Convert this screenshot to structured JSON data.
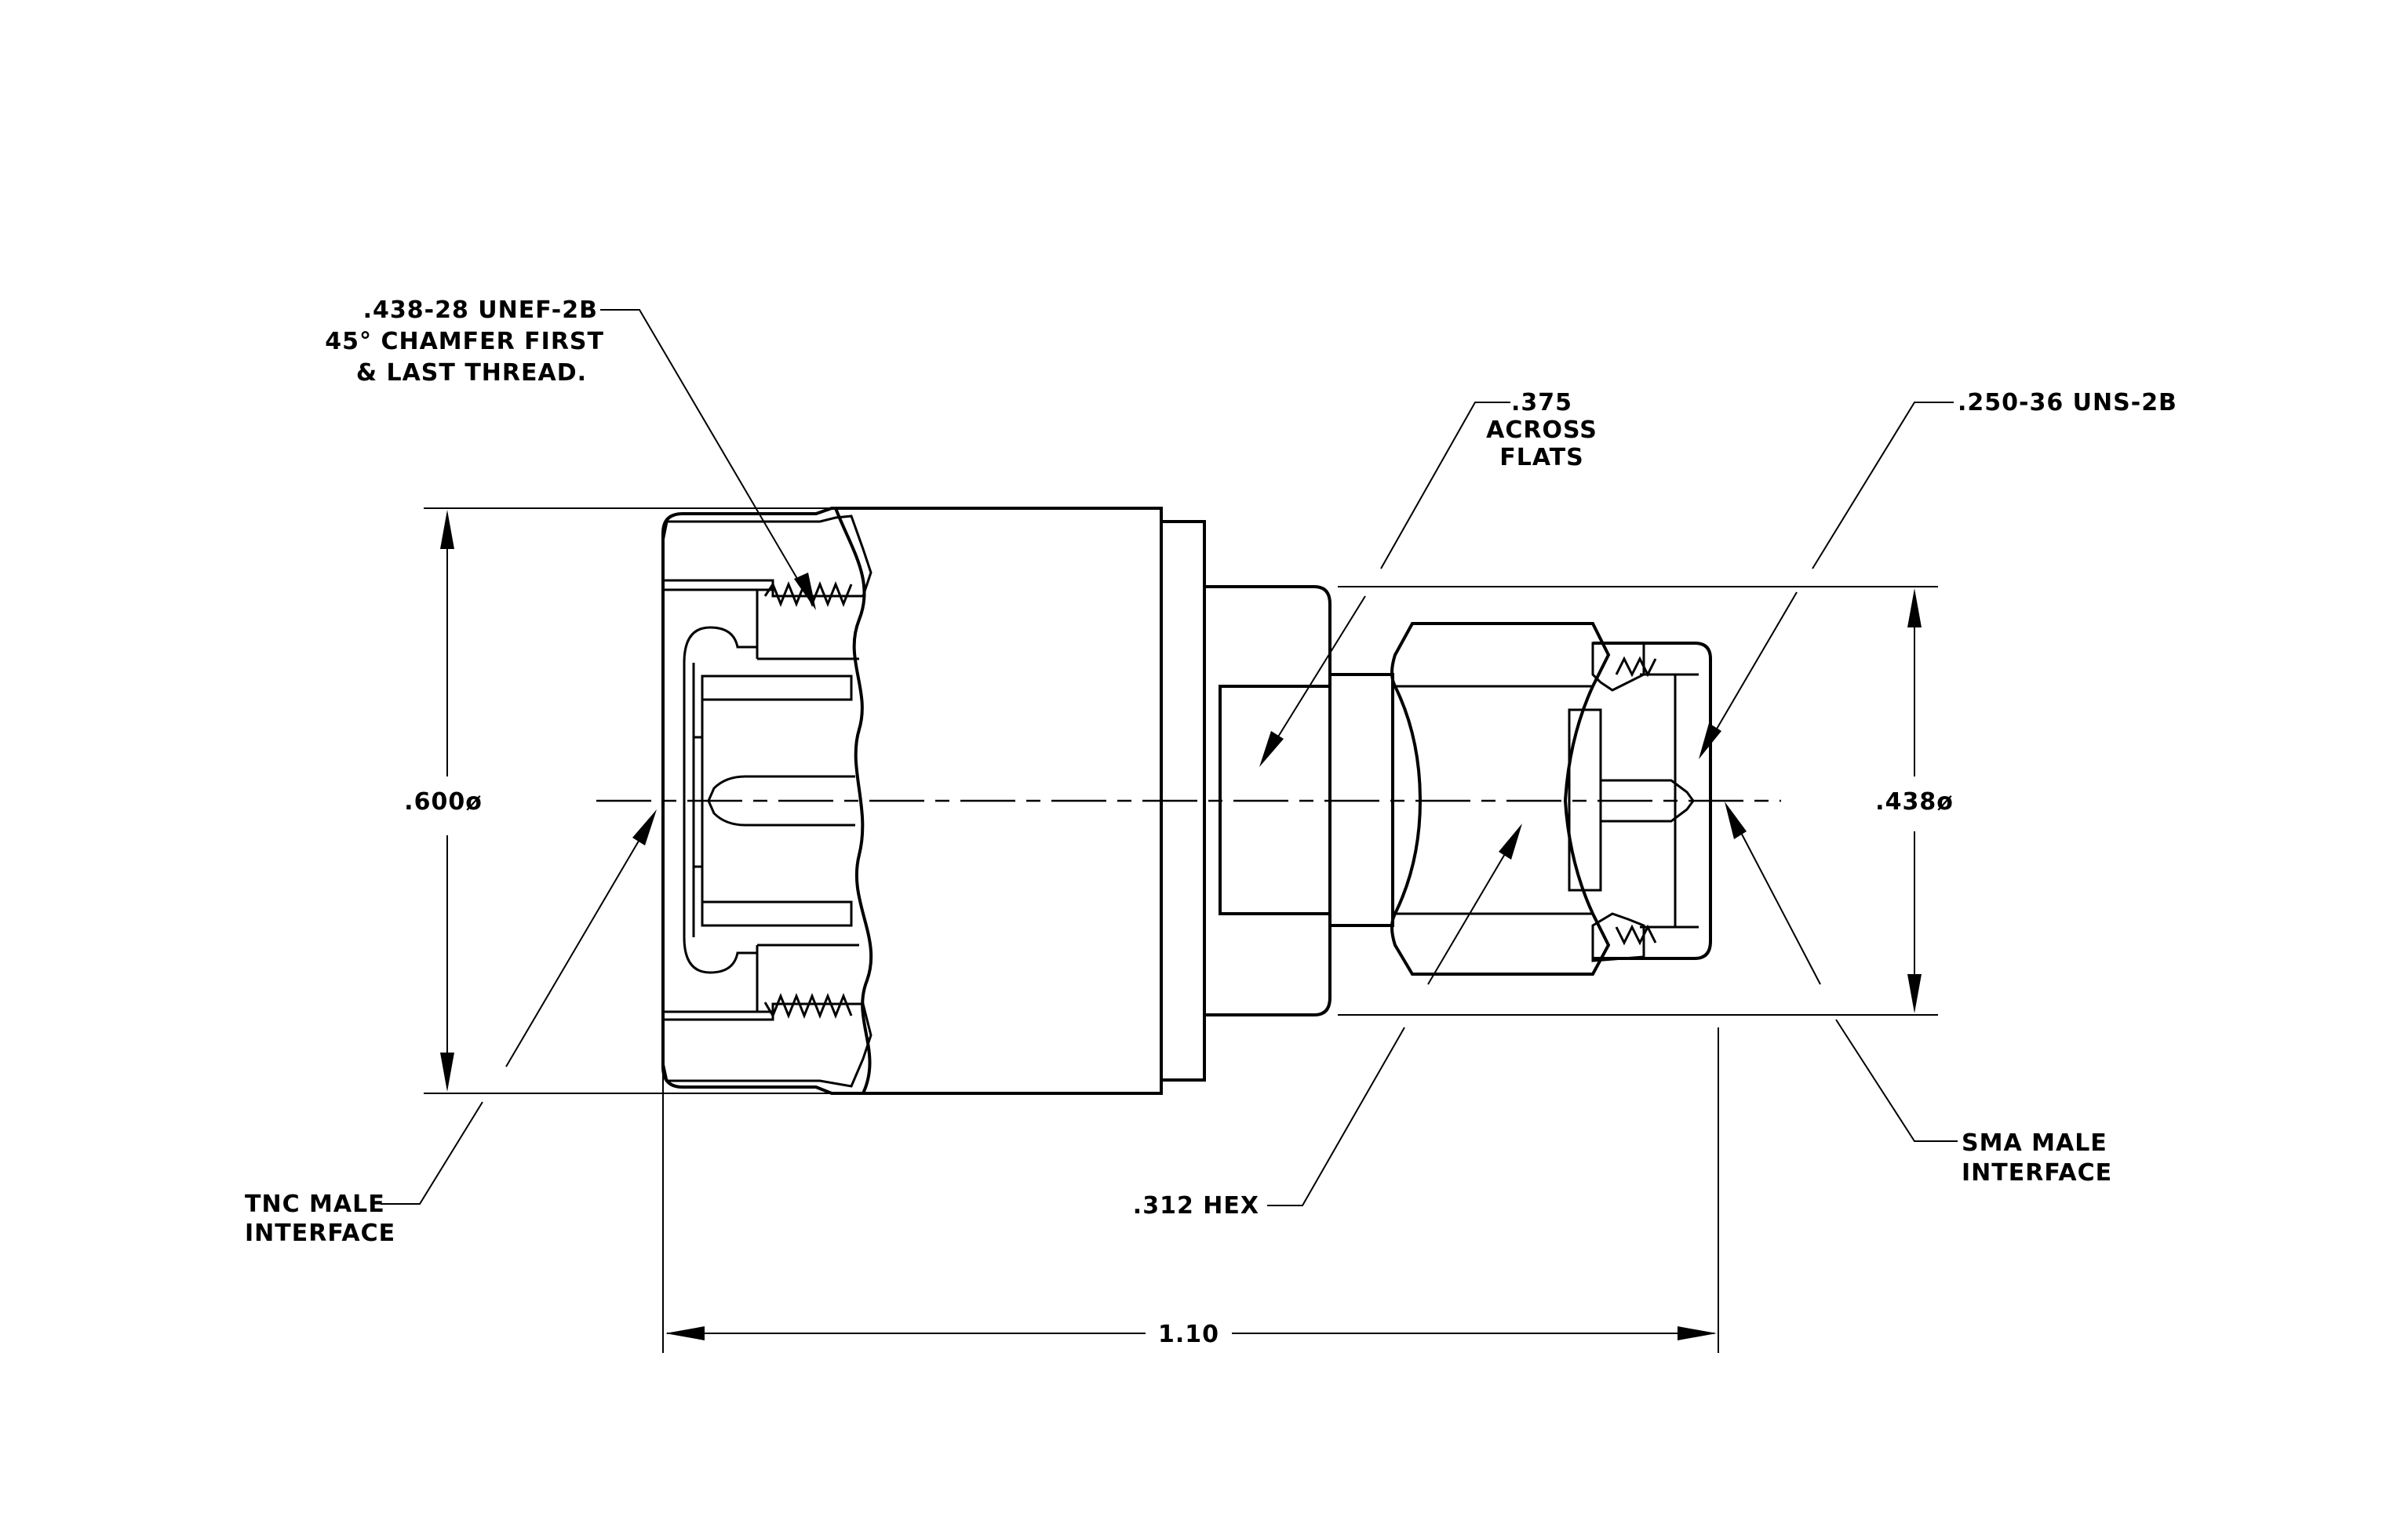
{
  "labels": {
    "thread_line1": ".438-28 UNEF-2B",
    "thread_line2": "45° CHAMFER FIRST",
    "thread_line3": "& LAST THREAD.",
    "flats_line1": ".375",
    "flats_line2": "ACROSS",
    "flats_line3": "FLATS",
    "sma_thread": ".250-36 UNS-2B",
    "dia_left": ".600ø",
    "dia_right": ".438ø",
    "tnc_line1": "TNC MALE",
    "tnc_line2": "INTERFACE",
    "hex": ".312 HEX",
    "sma_line1": "SMA MALE",
    "sma_line2": "INTERFACE",
    "length": "1.10"
  },
  "colors": {
    "ink": "#000000",
    "background": "#ffffff"
  }
}
